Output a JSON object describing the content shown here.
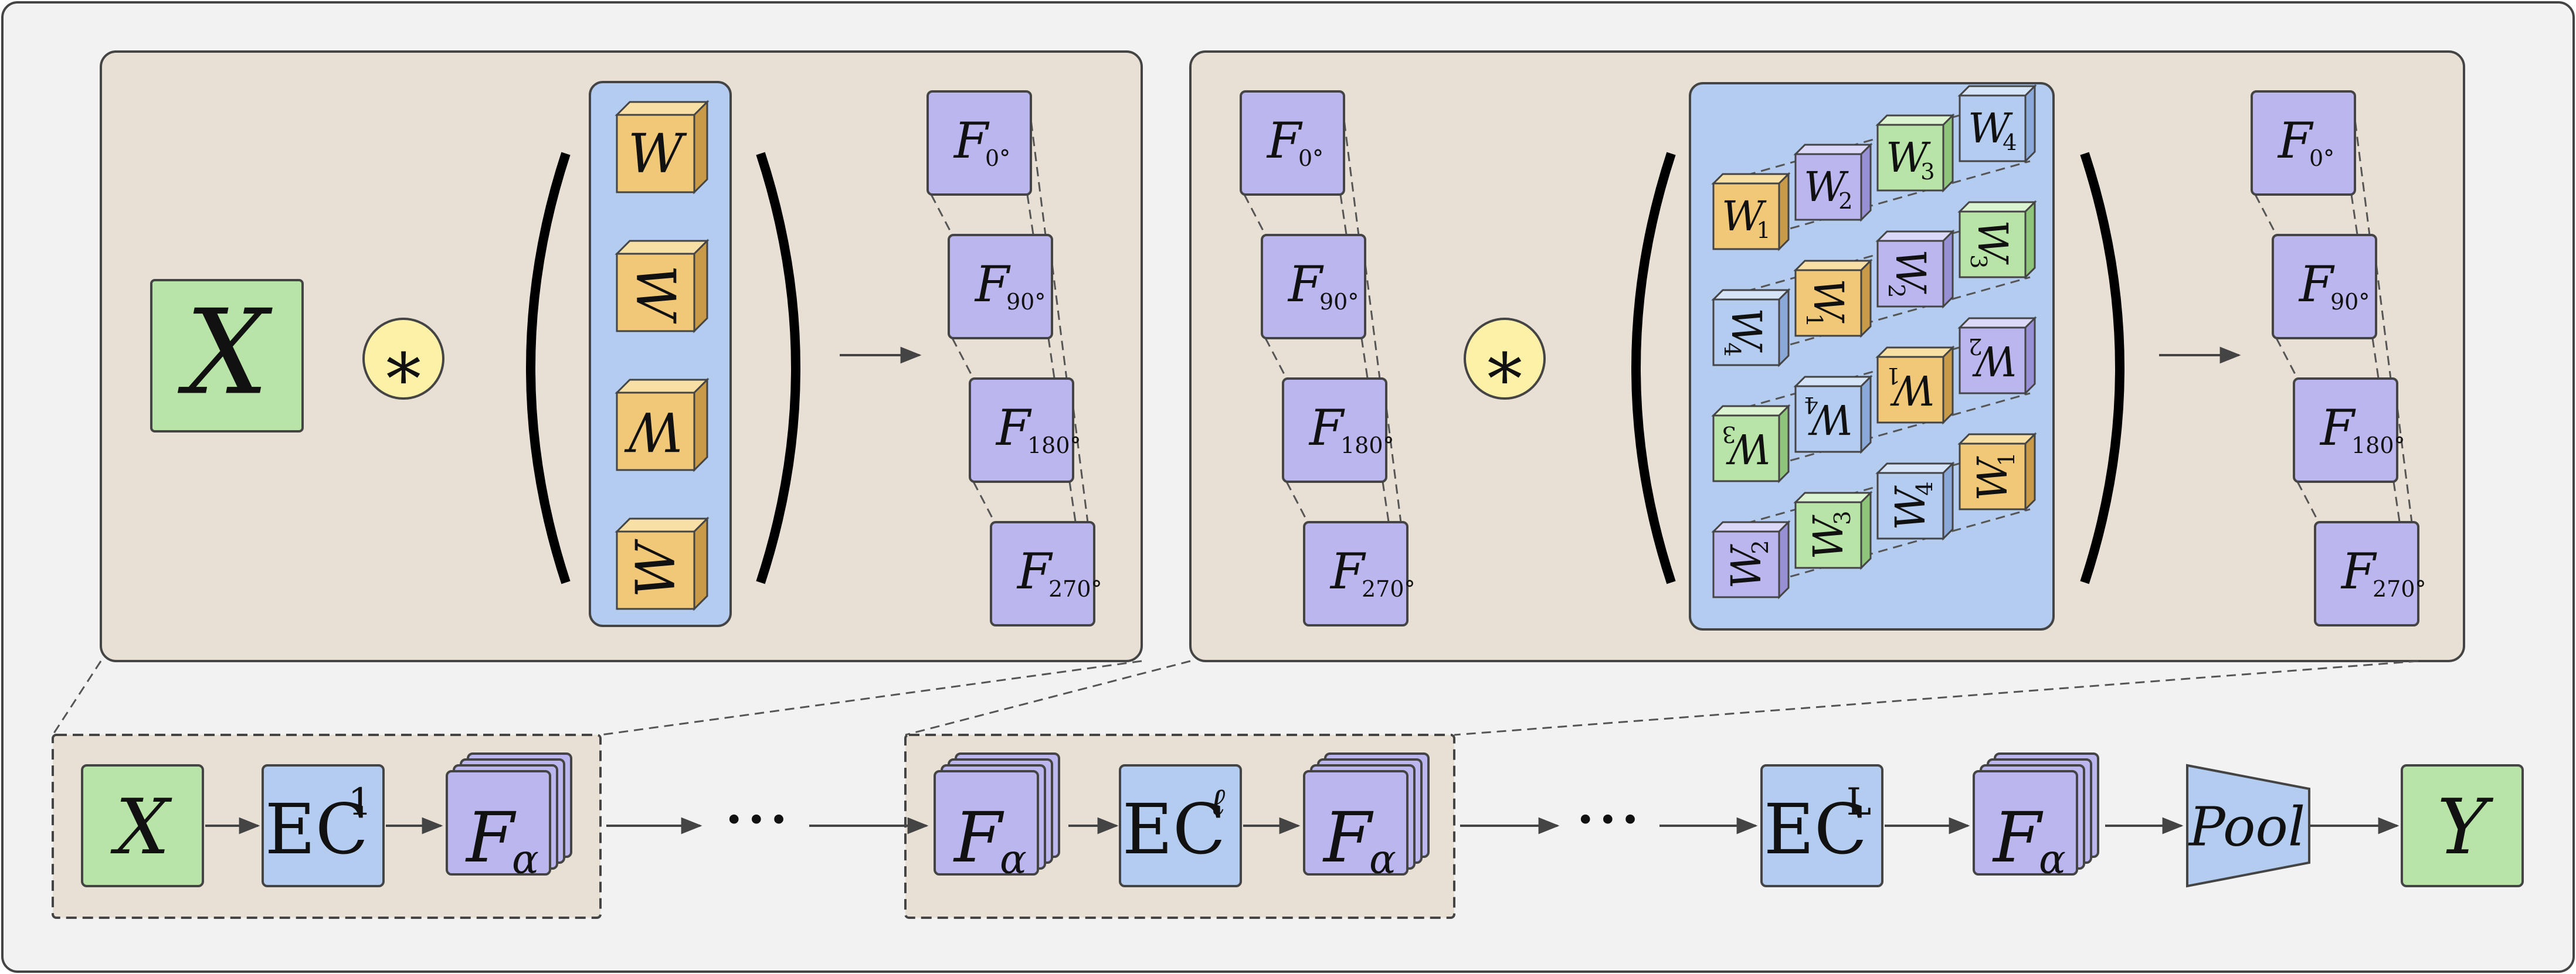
{
  "symbols": {
    "input": "X",
    "output": "Y",
    "conv_op": "∗",
    "ellipsis": "···",
    "weight": "W",
    "feature": "F",
    "feature_sub_alpha": "α",
    "ec": "EC",
    "ec_sup_first": "1",
    "ec_sup_mid": "ℓ",
    "ec_sup_last": "L",
    "pool": "Pool"
  },
  "rotations": [
    "0°",
    "90°",
    "180°",
    "270°"
  ],
  "weight_grid": {
    "labels": [
      "1",
      "2",
      "3",
      "4"
    ],
    "rows": [
      [
        {
          "i": 1,
          "rot": 0
        },
        {
          "i": 2,
          "rot": 0
        },
        {
          "i": 3,
          "rot": 0
        },
        {
          "i": 4,
          "rot": 0
        }
      ],
      [
        {
          "i": 4,
          "rot": 90
        },
        {
          "i": 1,
          "rot": 90
        },
        {
          "i": 2,
          "rot": 90
        },
        {
          "i": 3,
          "rot": 90
        }
      ],
      [
        {
          "i": 3,
          "rot": 180
        },
        {
          "i": 4,
          "rot": 180
        },
        {
          "i": 1,
          "rot": 180
        },
        {
          "i": 2,
          "rot": 180
        }
      ],
      [
        {
          "i": 2,
          "rot": 270
        },
        {
          "i": 3,
          "rot": 270
        },
        {
          "i": 4,
          "rot": 270
        },
        {
          "i": 1,
          "rot": 270
        }
      ]
    ]
  },
  "colors": {
    "background": "#f2f2f2",
    "panel": "#e8e0d4",
    "input_green": "#b9e4a8",
    "conv_blue": "#b4ccf0",
    "feature_purple": "#bcb6ef",
    "weight_orange": "#f0c878",
    "star_yellow": "#fcf1a7",
    "stroke": "#444444"
  }
}
